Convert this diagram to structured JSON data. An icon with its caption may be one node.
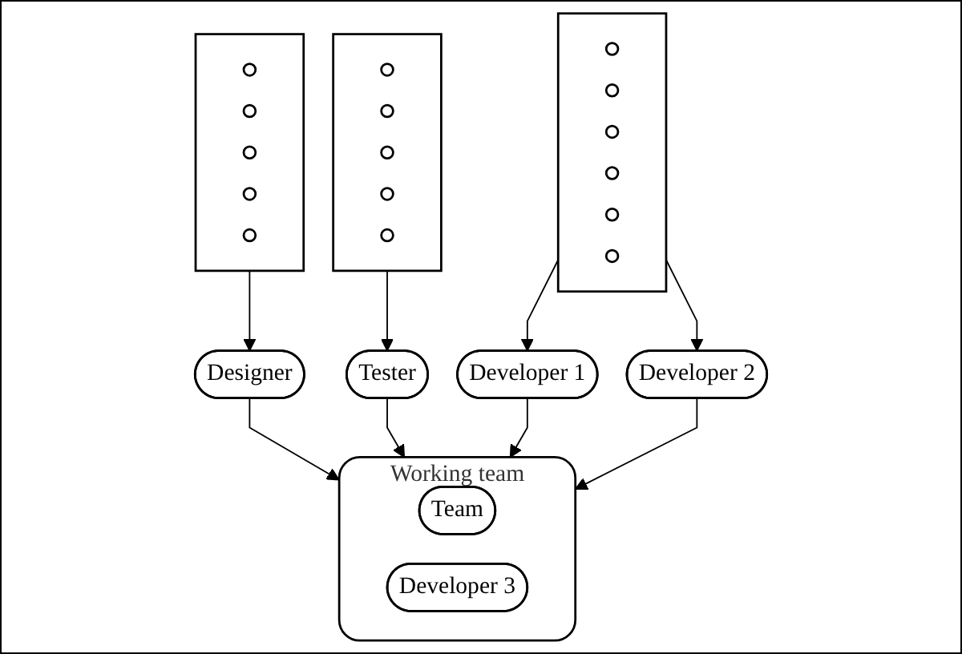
{
  "diagram": {
    "nodes": [
      {
        "text": [],
        "shape": "box"
      },
      {
        "text": [],
        "shape": "circle",
        "in": 0
      },
      {
        "text": [],
        "shape": "circle",
        "in": 0
      },
      {
        "text": [],
        "shape": "circle",
        "in": 0
      },
      {
        "text": [],
        "shape": "circle",
        "in": 0
      },
      {
        "text": [],
        "shape": "circle",
        "in": 0
      },
      {
        "text": [],
        "shape": "box"
      },
      {
        "text": [],
        "shape": "circle",
        "in": 6
      },
      {
        "text": [],
        "shape": "circle",
        "in": 6
      },
      {
        "text": [],
        "shape": "circle",
        "in": 6
      },
      {
        "text": [],
        "shape": "circle",
        "in": 6
      },
      {
        "text": [],
        "shape": "circle",
        "in": 6
      },
      {
        "text": [
          "Designer"
        ]
      },
      {
        "text": [
          "Tester"
        ]
      },
      {
        "text": [],
        "shape": "box"
      },
      {
        "text": [],
        "shape": "circle",
        "in": 14
      },
      {
        "text": [],
        "shape": "circle",
        "in": 14
      },
      {
        "text": [],
        "shape": "circle",
        "in": 14
      },
      {
        "text": [],
        "shape": "circle",
        "in": 14
      },
      {
        "text": [],
        "shape": "circle",
        "in": 14
      },
      {
        "text": [],
        "shape": "circle",
        "in": 14
      },
      {
        "text": [
          "Developer 1"
        ]
      },
      {
        "text": [
          "Working team"
        ]
      },
      {
        "text": [
          "Team"
        ],
        "in": 22
      },
      {
        "text": [
          "Developer 3"
        ],
        "in": 22
      },
      {
        "text": [
          "Developer 2"
        ]
      }
    ],
    "edges": [
      {
        "from": 0,
        "to": 12,
        "arrow": "to"
      },
      {
        "from": 12,
        "to": 22,
        "arrow": "to"
      },
      {
        "from": 6,
        "to": 13,
        "arrow": "to"
      },
      {
        "from": 13,
        "to": 22,
        "arrow": "to"
      },
      {
        "from": 14,
        "to": 21,
        "arrow": "to"
      },
      {
        "from": 21,
        "to": 22,
        "arrow": "to"
      },
      {
        "from": 14,
        "to": 25,
        "arrow": "to"
      },
      {
        "from": 25,
        "to": 22,
        "arrow": "to"
      }
    ]
  }
}
